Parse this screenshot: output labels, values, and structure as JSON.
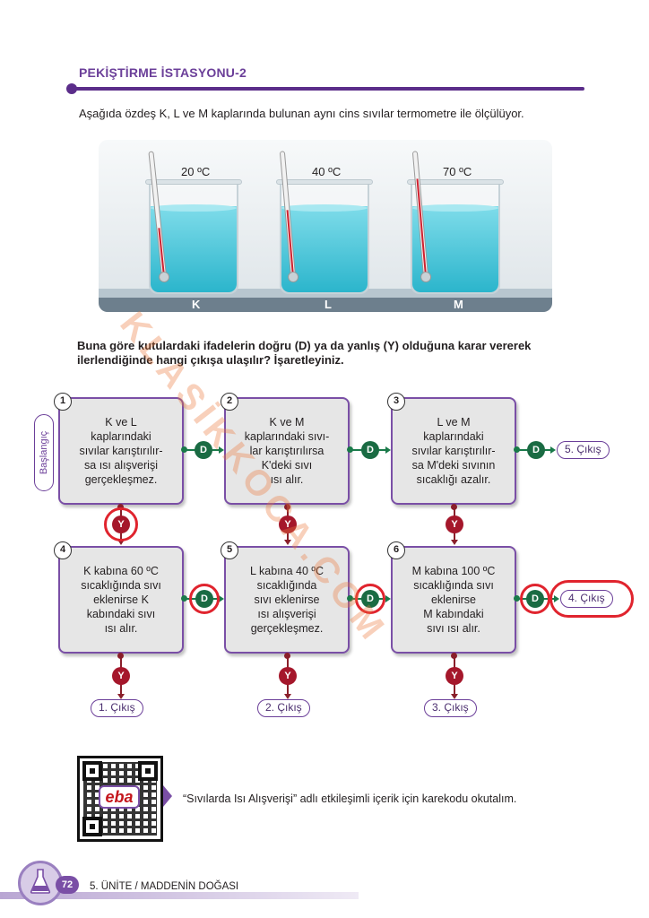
{
  "header": {
    "title": "PEKİŞTİRME İSTASYONU-2"
  },
  "intro": "Aşağıda özdeş K, L ve M kaplarında bulunan aynı cins sıvılar termometre ile ölçülüyor.",
  "beakers": [
    {
      "temperature": "20 ºC",
      "letter": "K",
      "mercury_level": 0.15
    },
    {
      "temperature": "40 ºC",
      "letter": "L",
      "mercury_level": 0.3
    },
    {
      "temperature": "70 ºC",
      "letter": "M",
      "mercury_level": 0.55
    }
  ],
  "question": "Buna göre kutulardaki ifadelerin doğru (D) ya da yanlış (Y) olduğuna karar vererek ilerlendiğinde hangi çıkışa ulaşılır? İşaretleyiniz.",
  "start_label": "Başlangıç",
  "true_label": "D",
  "false_label": "Y",
  "boxes": [
    {
      "number": "1",
      "text": "K ve L\nkaplarındaki\nsıvılar karıştırılır-\nsa ısı alışverişi\ngerçekleşmez."
    },
    {
      "number": "2",
      "text": "K ve M\nkaplarındaki sıvı-\nlar karıştırılırsa\nK'deki sıvı\nısı alır."
    },
    {
      "number": "3",
      "text": "L ve M\nkaplarındaki\nsıvılar karıştırılır-\nsa M'deki sıvının\nsıcaklığı azalır."
    },
    {
      "number": "4",
      "text": "K kabına 60 ºC\nsıcaklığında sıvı\neklenirse K\nkabındaki sıvı\nısı alır."
    },
    {
      "number": "5",
      "text": "L kabına 40 ºC\nsıcaklığında\nsıvı eklenirse\nısı alışverişi\ngerçekleşmez."
    },
    {
      "number": "6",
      "text": "M kabına 100 ºC\nsıcaklığında sıvı\neklenirse\nM kabındaki\nsıvı ısı alır."
    }
  ],
  "exits": {
    "exit_1": "1. Çıkış",
    "exit_2": "2. Çıkış",
    "exit_3": "3. Çıkış",
    "exit_4": "4. Çıkış",
    "exit_5": "5. Çıkış"
  },
  "qr": {
    "logo": "eba",
    "caption": "“Sıvılarda Isı Alışverişi” adlı etkileşimli içerik için karekodu okutalım."
  },
  "footer": {
    "page": "72",
    "unit": "5. ÜNİTE / MADDENİN DOĞASI"
  },
  "watermark": "KLASİKKOCA.COM",
  "colors": {
    "accent": "#6b3f99",
    "true_badge": "#1a6b43",
    "false_badge": "#a5172b",
    "marking": "#e0242e"
  }
}
